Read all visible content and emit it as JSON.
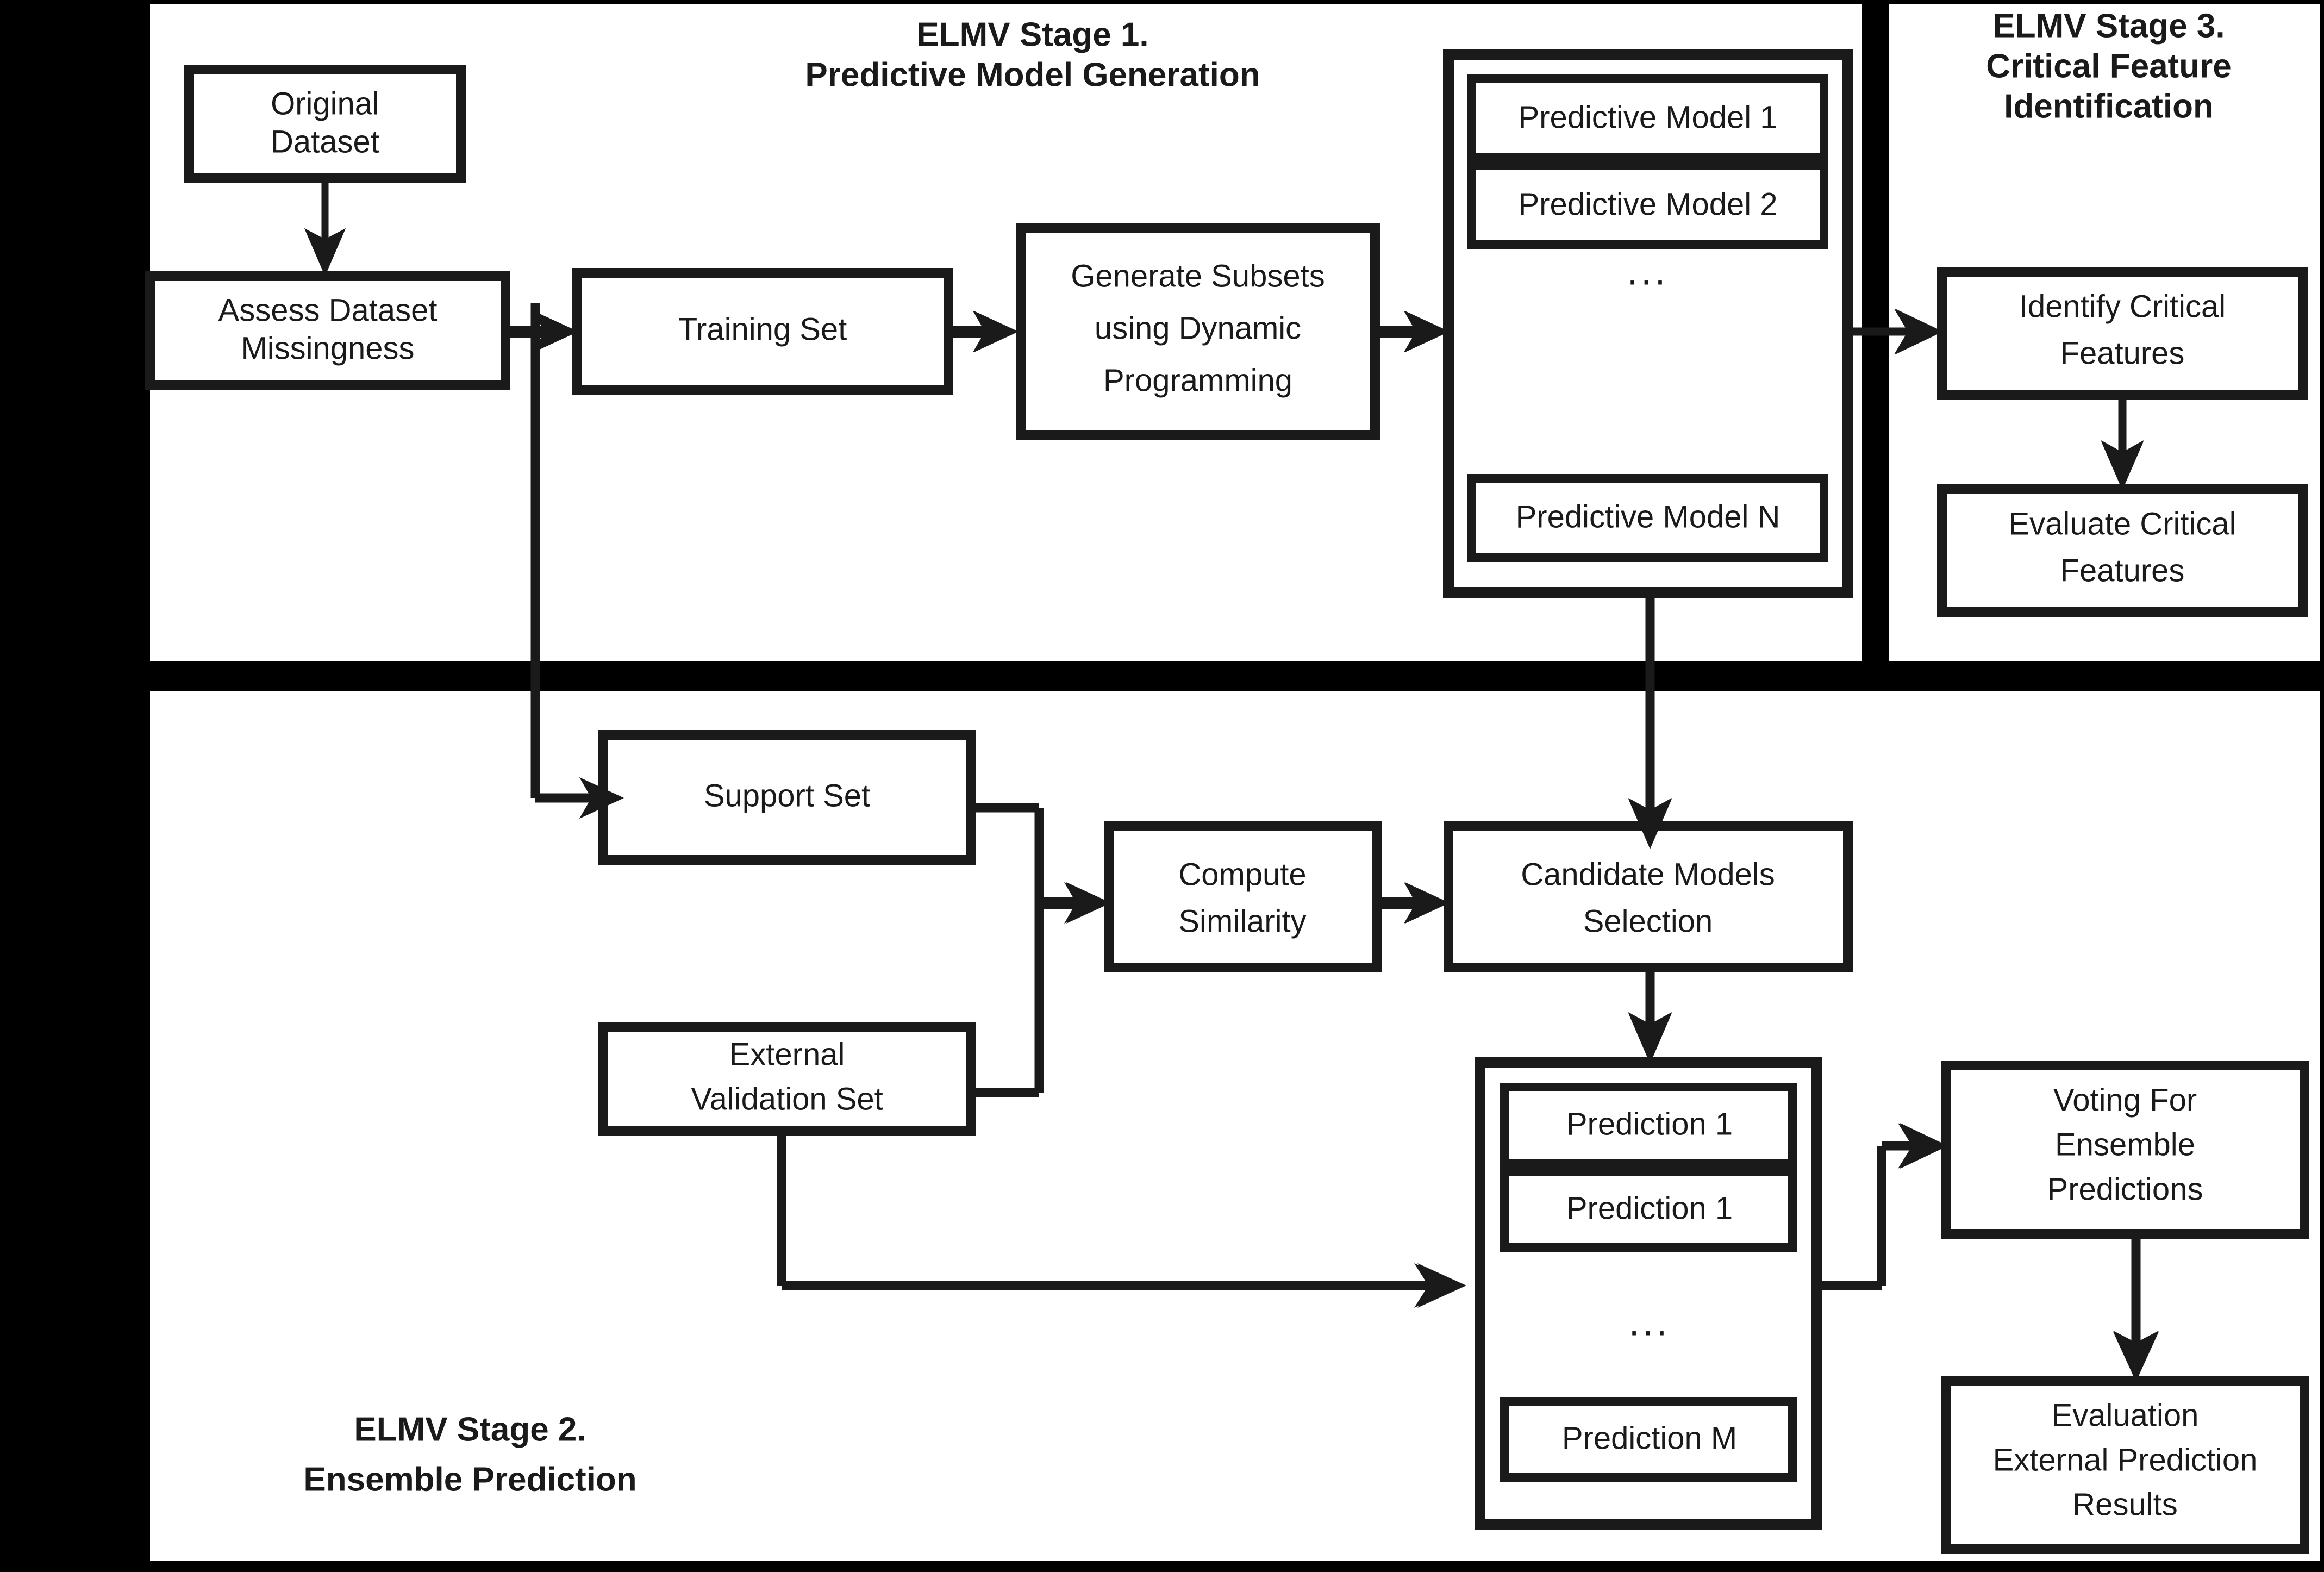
{
  "figure": {
    "kind": "flowchart",
    "background_color": "#000000",
    "panel_color": "#ffffff",
    "line_color": "#1a1a1a"
  },
  "stage1": {
    "title_line1": "ELMV Stage 1.",
    "title_line2": "Predictive Model Generation",
    "nodes": {
      "original_dataset": {
        "line1": "Original",
        "line2": "Dataset"
      },
      "assess_missingness": {
        "line1": "Assess Dataset",
        "line2": "Missingness"
      },
      "training_set": {
        "line1": "Training Set",
        "line2": ""
      },
      "generate_subsets": {
        "line1": "Generate Subsets",
        "line2": "using Dynamic",
        "line3": "Programming"
      },
      "models_container": {
        "items": [
          "Predictive Model 1",
          "Predictive Model 2",
          "Predictive Model N"
        ],
        "ellipsis": "..."
      }
    }
  },
  "stage3": {
    "title_line1": "ELMV Stage 3.",
    "title_line2": "Critical Feature",
    "title_line3": "Identification",
    "nodes": {
      "identify_critical": {
        "line1": "Identify Critical",
        "line2": "Features"
      },
      "evaluate_critical": {
        "line1": "Evaluate Critical",
        "line2": "Features"
      }
    }
  },
  "stage2": {
    "title_line1": "ELMV Stage 2.",
    "title_line2": "Ensemble Prediction",
    "nodes": {
      "support_set": {
        "line1": "Support Set",
        "line2": ""
      },
      "external_validation_set": {
        "line1": "External",
        "line2": "Validation Set"
      },
      "compute_similarity": {
        "line1": "Compute",
        "line2": "Similarity"
      },
      "candidate_models_selection": {
        "line1": "Candidate Models",
        "line2": "Selection"
      },
      "predictions_container": {
        "items": [
          "Prediction 1",
          "Prediction 1",
          "Prediction M"
        ],
        "ellipsis": "..."
      },
      "voting_ensemble": {
        "line1": "Voting For",
        "line2": "Ensemble",
        "line3": "Predictions"
      },
      "evaluation_results": {
        "line1": "Evaluation",
        "line2": "External Prediction",
        "line3": "Results"
      }
    }
  }
}
